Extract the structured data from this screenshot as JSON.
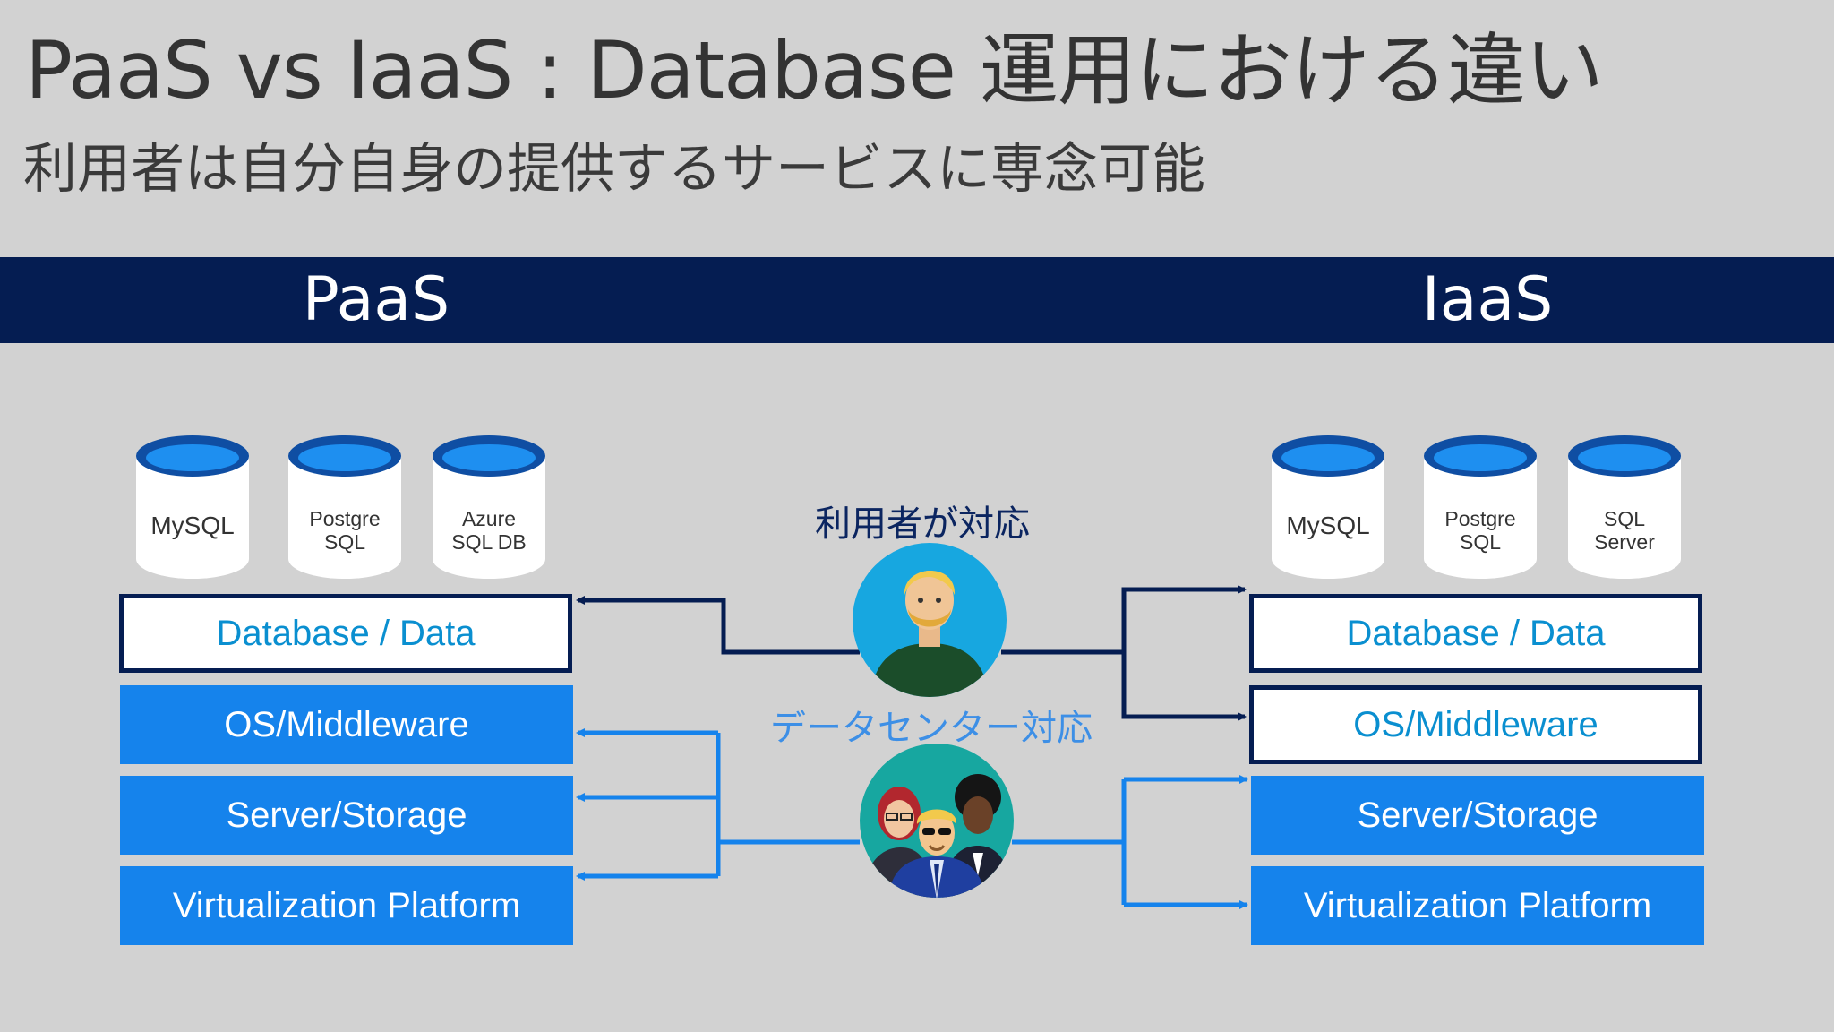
{
  "title": "PaaS vs IaaS : Database 運用における違い",
  "subtitle": "利用者は自分自身の提供するサービスに専念可能",
  "colors": {
    "band": "#051d52",
    "layer_blue": "#1583ec",
    "connector_dark": "#051d52",
    "connector_blue": "#1583ec",
    "layer_text_outline": "#0a8fd0"
  },
  "paas": {
    "heading": "PaaS",
    "databases": [
      {
        "label": "MySQL"
      },
      {
        "label": "Postgre\nSQL"
      },
      {
        "label": "Azure\nSQL DB"
      }
    ],
    "layers": [
      {
        "label": "Database / Data",
        "managed_by": "user"
      },
      {
        "label": "OS/Middleware",
        "managed_by": "datacenter"
      },
      {
        "label": "Server/Storage",
        "managed_by": "datacenter"
      },
      {
        "label": "Virtualization Platform",
        "managed_by": "datacenter"
      }
    ]
  },
  "iaas": {
    "heading": "IaaS",
    "databases": [
      {
        "label": "MySQL"
      },
      {
        "label": "Postgre\nSQL"
      },
      {
        "label": "SQL\nServer"
      }
    ],
    "layers": [
      {
        "label": "Database / Data",
        "managed_by": "user"
      },
      {
        "label": "OS/Middleware",
        "managed_by": "user"
      },
      {
        "label": "Server/Storage",
        "managed_by": "datacenter"
      },
      {
        "label": "Virtualization Platform",
        "managed_by": "datacenter"
      }
    ]
  },
  "roles": {
    "user": "利用者が対応",
    "datacenter": "データセンター対応"
  }
}
